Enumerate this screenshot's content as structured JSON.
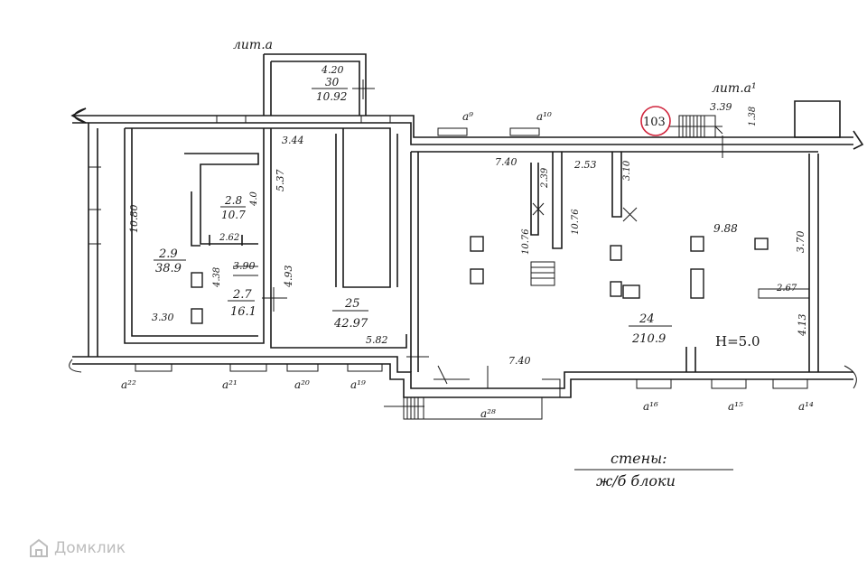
{
  "plan": {
    "annex_a_label": "лит.а",
    "annex_a1_label": "лит.а¹",
    "room_30": {
      "height": "4.20",
      "number": "30",
      "area": "10.92"
    },
    "room_28": {
      "number": "2.8",
      "area": "10.7"
    },
    "room_29": {
      "number": "2.9",
      "area": "38.9"
    },
    "room_27": {
      "number": "2.7",
      "area": "16.1"
    },
    "room_25": {
      "number": "25",
      "area": "42.97"
    },
    "room_24": {
      "number": "24",
      "area": "210.9"
    },
    "badge_103": "103",
    "ceiling_height": "H=5.0",
    "dims": {
      "d339": "3.39",
      "d138": "1.38",
      "d344": "3.44",
      "d537": "5.37",
      "d1080": "10.80",
      "d40": "4.0",
      "d262": "2.62",
      "d390": "3.90",
      "d438": "4.38",
      "d493": "4.93",
      "d330": "3.30",
      "d582": "5.82",
      "d740top": "7.40",
      "d239": "2.39",
      "d253": "2.53",
      "d310": "3.10",
      "d1076a": "10.76",
      "d1076b": "10.76",
      "d988": "9.88",
      "d370": "3.70",
      "d267": "2.67",
      "d413": "4.13",
      "d740bot": "7.40"
    },
    "windows": {
      "a9": "а⁹",
      "a10": "а¹⁰",
      "a22": "а²²",
      "a21": "а²¹",
      "a20": "а²⁰",
      "a19": "а¹⁹",
      "a28": "а²⁸",
      "a16": "а¹⁶",
      "a15": "а¹⁵",
      "a14": "а¹⁴"
    },
    "walls_note": "стены:",
    "walls_material": "ж/б блоки"
  },
  "watermark": {
    "text": "Домклик"
  },
  "colors": {
    "ink": "#1a1a1a",
    "badge": "#d0243c",
    "height_note": "#2f5fa8",
    "watermark": "#bdbdbd"
  }
}
